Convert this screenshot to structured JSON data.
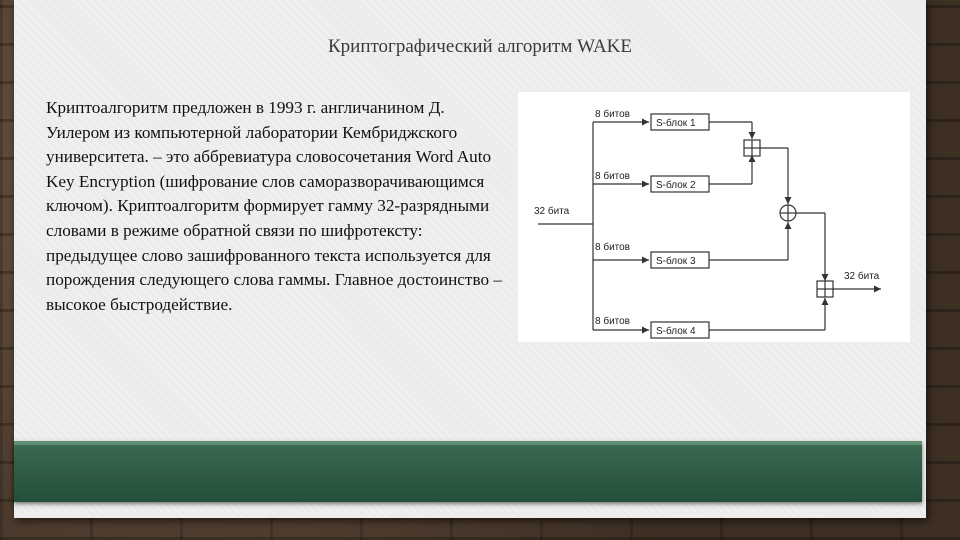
{
  "slide": {
    "title": "Криптографический алгоритм WAKE",
    "body": "Криптоалгоритм предложен в 1993 г. англичанином Д. Уилером из компьютерной лаборатории Кембриджского университета. – это аббревиатура словосочетания Word Auto Key Encryption (шифрование слов саморазворачивающимся ключом). Криптоалгоритм формирует гамму 32-разрядными словами в режиме обратной связи по шифротексту: предыдущее слово зашифрованного текста используется для порождения следующего слова гаммы. Главное достоинство – высокое быстродействие."
  },
  "diagram": {
    "input_label": "32 бита",
    "output_label": "32 бита",
    "branch_label": "8 битов",
    "sblocks": [
      "S-блок 1",
      "S-блок 2",
      "S-блок 3",
      "S-блок 4"
    ]
  },
  "colors": {
    "band": "#2e5a43",
    "slide": "#ececec"
  }
}
